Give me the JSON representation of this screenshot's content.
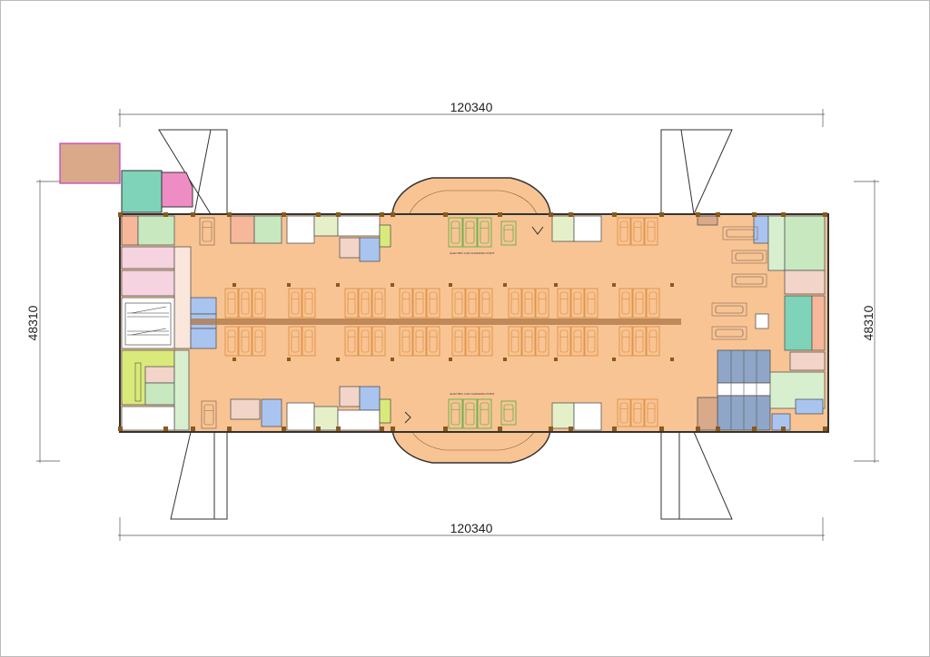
{
  "drawing": {
    "type": "basement parking floor plan",
    "dimensions": {
      "top_width": "120340",
      "bottom_width": "120340",
      "left_height": "48310",
      "right_height": "48310"
    },
    "labels": {
      "ev_top": "ELECTRIC CAR CHARGING POINT",
      "ev_bottom": "ELECTRIC CAR CHARGING POINT"
    }
  },
  "colors": {
    "parking_floor": "#f8c494",
    "room_green": "#c8e8c0",
    "room_pink": "#f5d3e0",
    "room_salmon": "#f7b79a",
    "room_blue": "#aac4f0",
    "room_lime": "#d9ea7a",
    "room_slate": "#8fa6c8",
    "room_teal": "#7fd3b8",
    "room_magenta": "#f08cc4",
    "room_brown": "#d9a98a",
    "ev_green": "#3aa835",
    "aisle": "#b07a4a"
  }
}
